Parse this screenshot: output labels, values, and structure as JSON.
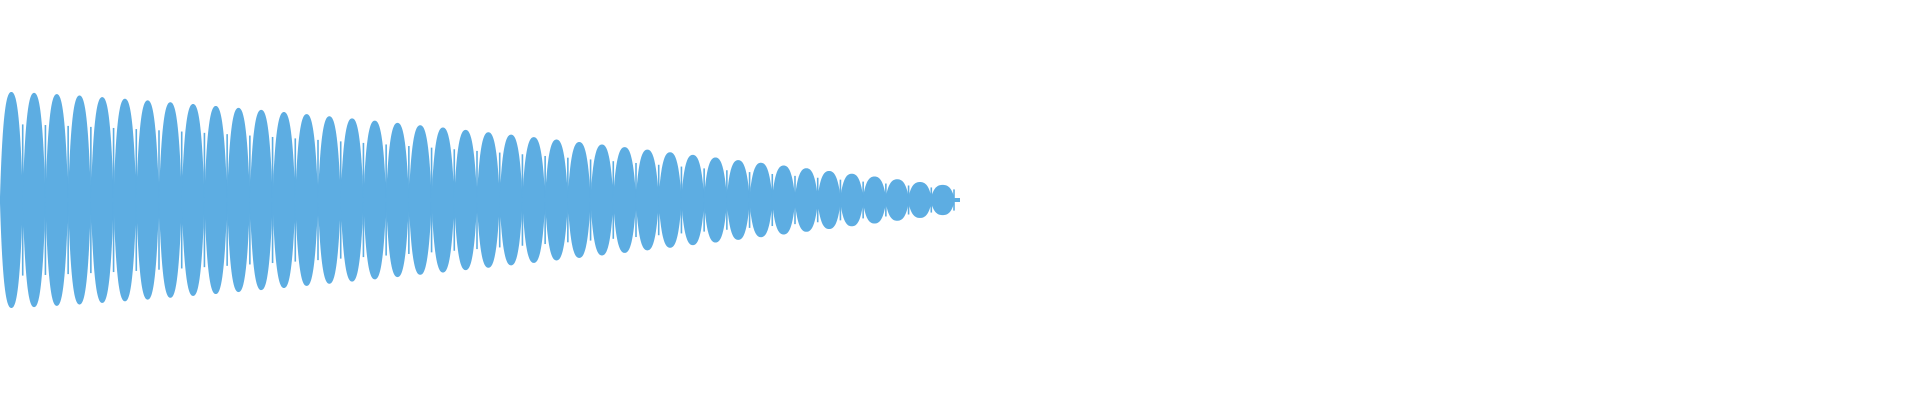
{
  "waveform": {
    "color": "#5DADE2",
    "background": "#FFFFFF",
    "pulse_count": 42,
    "envelope": {
      "start_amplitude": 1.0,
      "end_amplitude": 0.14,
      "shape": "decaying"
    },
    "extent": {
      "start_fraction": 0.0,
      "end_fraction": 0.5
    }
  }
}
